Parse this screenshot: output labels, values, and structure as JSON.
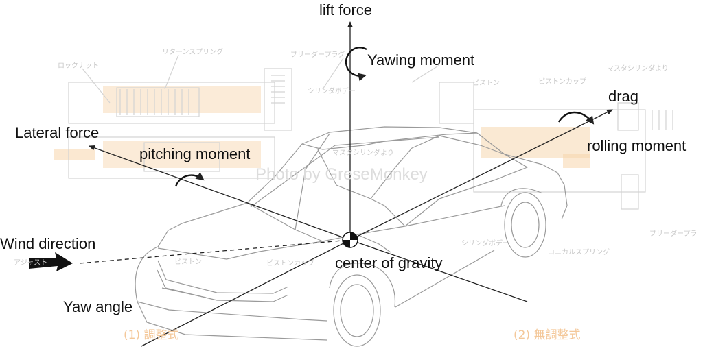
{
  "labels": {
    "lift_force": "lift force",
    "yawing_moment": "Yawing moment",
    "drag": "drag",
    "lateral_force": "Lateral force",
    "pitching_moment": "pitching moment",
    "rolling_moment": "rolling moment",
    "wind_direction": "Wind direction",
    "center_of_gravity": "center of gravity",
    "yaw_angle": "Yaw angle"
  },
  "watermark": {
    "credit": "Photo by GreseMonkey",
    "caption_1": "(1) 調整式",
    "caption_2": "(2) 無調整式",
    "parts": [
      "ロックナット",
      "リターンスプリング",
      "ブリーダープラグ",
      "シリンダボデー",
      "ピストン",
      "ピストンカップ",
      "マスタシリンダより",
      "マスタシリンダより",
      "シリンダボデー",
      "コニカルスプリング",
      "ブリーダープラ",
      "アジャスト",
      "ピストン",
      "ピストンカップ"
    ]
  },
  "colors": {
    "line": "#222222",
    "car_outline": "#9a9a9a",
    "watermark_orange": "#f6cfa0",
    "watermark_gray": "#cfcfcf"
  }
}
